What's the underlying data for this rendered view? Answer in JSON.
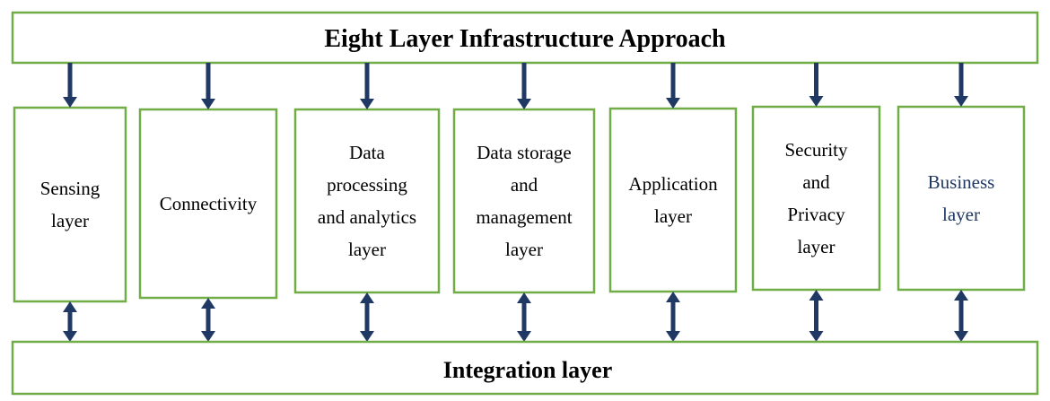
{
  "title": "Eight Layer Infrastructure Approach",
  "bottom": "Integration layer",
  "colors": {
    "box_border": "#70ad47",
    "arrow": "#1f3864",
    "default_text": "#000000",
    "business_text": "#1f3864"
  },
  "layers": [
    {
      "lines": [
        "Sensing",
        "layer"
      ],
      "color": "#000000"
    },
    {
      "lines": [
        "Connectivity"
      ],
      "color": "#000000"
    },
    {
      "lines": [
        "Data",
        "processing",
        "and analytics",
        "layer"
      ],
      "color": "#000000"
    },
    {
      "lines": [
        "Data storage",
        "and",
        "management",
        "layer"
      ],
      "color": "#000000"
    },
    {
      "lines": [
        "Application",
        "layer"
      ],
      "color": "#000000"
    },
    {
      "lines": [
        "Security",
        "and",
        "Privacy",
        "layer"
      ],
      "color": "#000000"
    },
    {
      "lines": [
        "Business",
        "layer"
      ],
      "color": "#1f3864"
    }
  ]
}
